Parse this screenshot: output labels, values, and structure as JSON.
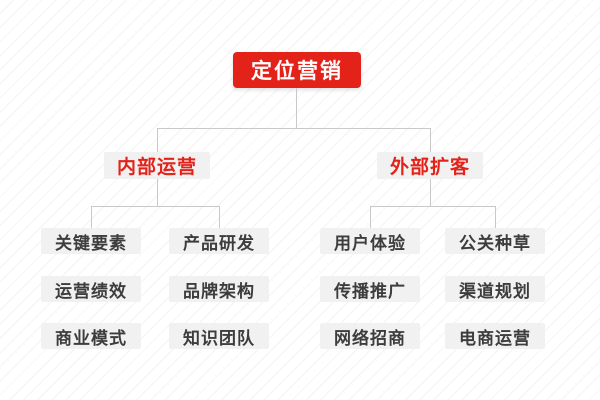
{
  "colors": {
    "accent_red": "#e3221a",
    "node_bg": "#f1f1f1",
    "connector_line": "#c9c9c9",
    "leaf_text": "#3d3d3d",
    "background_stripe": "#f3f3f3"
  },
  "tree": {
    "root": {
      "label": "定位营销"
    },
    "branches": [
      {
        "label": "内部运营",
        "items": [
          "关键要素",
          "产品研发",
          "运营绩效",
          "品牌架构",
          "商业模式",
          "知识团队"
        ]
      },
      {
        "label": "外部扩客",
        "items": [
          "用户体验",
          "公关种草",
          "传播推广",
          "渠道规划",
          "网络招商",
          "电商运营"
        ]
      }
    ]
  }
}
